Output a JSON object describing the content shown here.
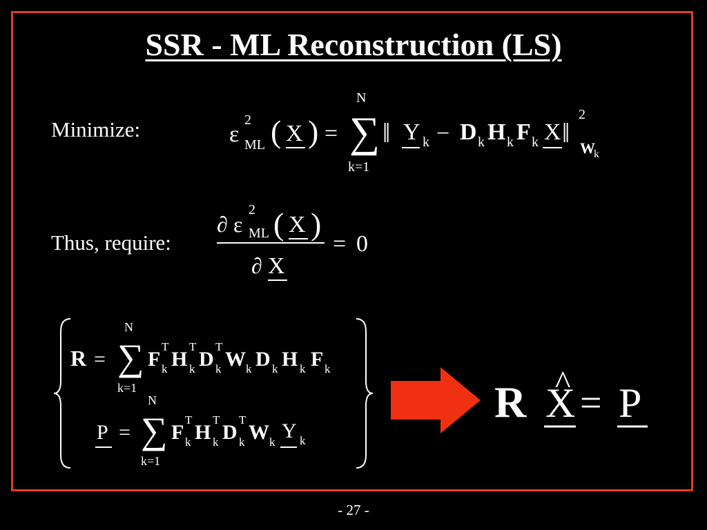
{
  "slide": {
    "title": "SSR - ML Reconstruction (LS)",
    "page_number": "- 27 -"
  },
  "labels": {
    "minimize": "Minimize:",
    "require": "Thus, require:"
  },
  "math": {
    "epsilon": "ε",
    "sub_ml": "ML",
    "sup_2": "2",
    "var_x": "X",
    "var_y": "Y",
    "var_p": "P",
    "var_r": "R",
    "sub_k": "k",
    "sup_t": "T",
    "mat_d": "D",
    "mat_h": "H",
    "mat_f": "F",
    "mat_w": "W",
    "sum_top": "N",
    "sum_bottom": "k=1",
    "equals": "=",
    "minus": "−",
    "zero": "0",
    "partial": "∂",
    "hat": "^",
    "sum_symbol": "∑",
    "paren_open": "(",
    "paren_close": ")",
    "norm_bar": "‖"
  },
  "colors": {
    "frame": "#e0401c",
    "arrow": "#f03010"
  }
}
